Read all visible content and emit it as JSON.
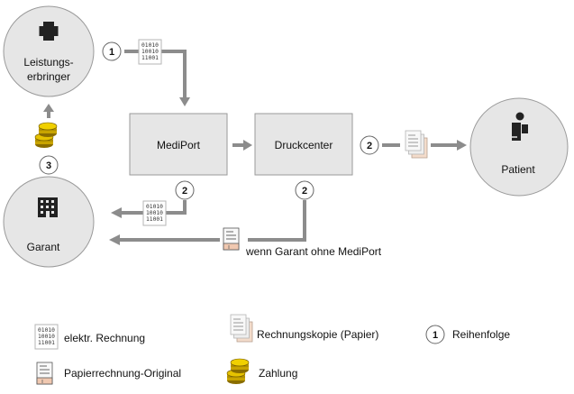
{
  "nodes": {
    "leistungserbringer": {
      "line1": "Leistungs-",
      "line2": "erbringer",
      "icon": "medical-cross-icon"
    },
    "garant": {
      "label": "Garant",
      "icon": "building-icon"
    },
    "patient": {
      "label": "Patient",
      "icon": "person-icon"
    },
    "mediport": {
      "label": "MediPort"
    },
    "druckcenter": {
      "label": "Druckcenter"
    }
  },
  "steps": {
    "s1": "1",
    "s2a": "2",
    "s2b": "2",
    "s2c": "2",
    "s3": "3"
  },
  "binary": [
    "01010",
    "10010",
    "11001"
  ],
  "annotations": {
    "garant_ohne_mediport": "wenn Garant ohne MediPort"
  },
  "legend": {
    "elektr_rechnung": "elektr. Rechnung",
    "papier_original": "Papierrechnung-Original",
    "rechnungskopie": "Rechnungskopie (Papier)",
    "zahlung": "Zahlung",
    "reihenfolge": "Reihenfolge",
    "reihenfolge_num": "1"
  },
  "colors": {
    "arrow": "#8c8c8c",
    "node_fill": "#e6e6e6",
    "node_stroke": "#9a9a9a",
    "coin": "#c8a400"
  }
}
